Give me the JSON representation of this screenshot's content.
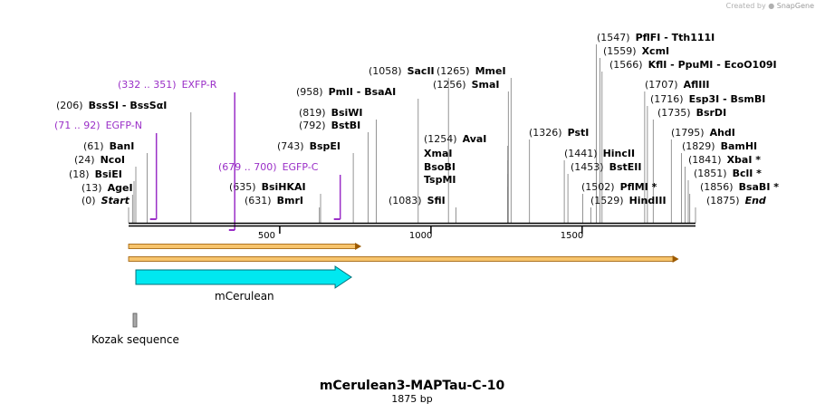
{
  "header": {
    "credit_prefix": "Created by",
    "credit_brand": "SnapGene"
  },
  "map": {
    "title": "mCerulean3-MAPTau-C-10",
    "length_label": "1875 bp",
    "total_bp": 1875,
    "ruler": [
      {
        "pos": 500,
        "label": "500"
      },
      {
        "pos": 1000,
        "label": "1000"
      },
      {
        "pos": 1500,
        "label": "1500"
      }
    ],
    "colors": {
      "backbone": "#000000",
      "primer": "#9a2fc7",
      "orf_fill": "#f7c46c",
      "orf_edge": "#9c5a00",
      "feature_fill": "#00e8f0",
      "feature_edge": "#00707a",
      "kozak_fill": "#a9a9a9",
      "site_text": "#000000",
      "coord_text": "#111111"
    },
    "sites": [
      {
        "name": "Start",
        "coord": "(0)",
        "pos": 0,
        "italic": true
      },
      {
        "name": "AgeI",
        "coord": "(13)",
        "pos": 13
      },
      {
        "name": "BsiEI",
        "coord": "(18)",
        "pos": 18
      },
      {
        "name": "NcoI",
        "coord": "(24)",
        "pos": 24
      },
      {
        "name": "BanI",
        "coord": "(61)",
        "pos": 61
      },
      {
        "name": "BssSI  -  BssSαI",
        "coord": "(206)",
        "pos": 206
      },
      {
        "name": "BmrI",
        "coord": "(631)",
        "pos": 631
      },
      {
        "name": "BsiHKAI",
        "coord": "(635)",
        "pos": 635
      },
      {
        "name": "BspEI",
        "coord": "(743)",
        "pos": 743
      },
      {
        "name": "BstBI",
        "coord": "(792)",
        "pos": 792
      },
      {
        "name": "BsiWI",
        "coord": "(819)",
        "pos": 819
      },
      {
        "name": "PmlI  -  BsaAI",
        "coord": "(958)",
        "pos": 958
      },
      {
        "name": "SacII",
        "coord": "(1058)",
        "pos": 1058
      },
      {
        "name": "SfiI",
        "coord": "(1083)",
        "pos": 1083
      },
      {
        "name": "MmeI",
        "coord": "(1265)",
        "pos": 1265
      },
      {
        "name": "SmaI",
        "coord": "(1256)",
        "pos": 1256
      },
      {
        "name": "AvaI",
        "coord": "(1254)",
        "pos": 1254
      },
      {
        "name": "XmaI",
        "coord": "",
        "pos": 1254
      },
      {
        "name": "BsoBI",
        "coord": "",
        "pos": 1254
      },
      {
        "name": "TspMI",
        "coord": "",
        "pos": 1254
      },
      {
        "name": "PstI",
        "coord": "(1326)",
        "pos": 1326
      },
      {
        "name": "HincII",
        "coord": "(1441)",
        "pos": 1441
      },
      {
        "name": "BstEII",
        "coord": "(1453)",
        "pos": 1453
      },
      {
        "name": "PflMI *",
        "coord": "(1502)",
        "pos": 1502
      },
      {
        "name": "HindIII",
        "coord": "(1529)",
        "pos": 1529
      },
      {
        "name": "PflFI  -  Tth111I",
        "coord": "(1547)",
        "pos": 1547
      },
      {
        "name": "XcmI",
        "coord": "(1559)",
        "pos": 1559
      },
      {
        "name": "KflI  -  PpuMI  -  EcoO109I",
        "coord": "(1566)",
        "pos": 1566
      },
      {
        "name": "AflIII",
        "coord": "(1707)",
        "pos": 1707
      },
      {
        "name": "Esp3I  -  BsmBI",
        "coord": "(1716)",
        "pos": 1716
      },
      {
        "name": "BsrDI",
        "coord": "(1735)",
        "pos": 1735
      },
      {
        "name": "AhdI",
        "coord": "(1795)",
        "pos": 1795
      },
      {
        "name": "BamHI",
        "coord": "(1829)",
        "pos": 1829
      },
      {
        "name": "XbaI *",
        "coord": "(1841)",
        "pos": 1841
      },
      {
        "name": "BclI *",
        "coord": "(1851)",
        "pos": 1851
      },
      {
        "name": "BsaBI *",
        "coord": "(1856)",
        "pos": 1856
      },
      {
        "name": "End",
        "coord": "(1875)",
        "pos": 1875,
        "italic": true
      }
    ],
    "primers": [
      {
        "name": "EGFP-N",
        "range": "(71 .. 92)",
        "start": 71,
        "end": 92,
        "strand": "forward"
      },
      {
        "name": "EXFP-R",
        "range": "(332 .. 351)",
        "start": 332,
        "end": 351,
        "strand": "reverse"
      },
      {
        "name": "EGFP-C",
        "range": "(679 .. 700)",
        "start": 679,
        "end": 700,
        "strand": "forward"
      }
    ],
    "orfs": [
      {
        "start": 0,
        "end": 770
      },
      {
        "start": 0,
        "end": 1820
      }
    ],
    "features": [
      {
        "name": "mCerulean",
        "start": 24,
        "end": 737,
        "type": "arrow"
      },
      {
        "name": "Kozak sequence",
        "start": 18,
        "end": 27,
        "type": "box"
      }
    ]
  }
}
